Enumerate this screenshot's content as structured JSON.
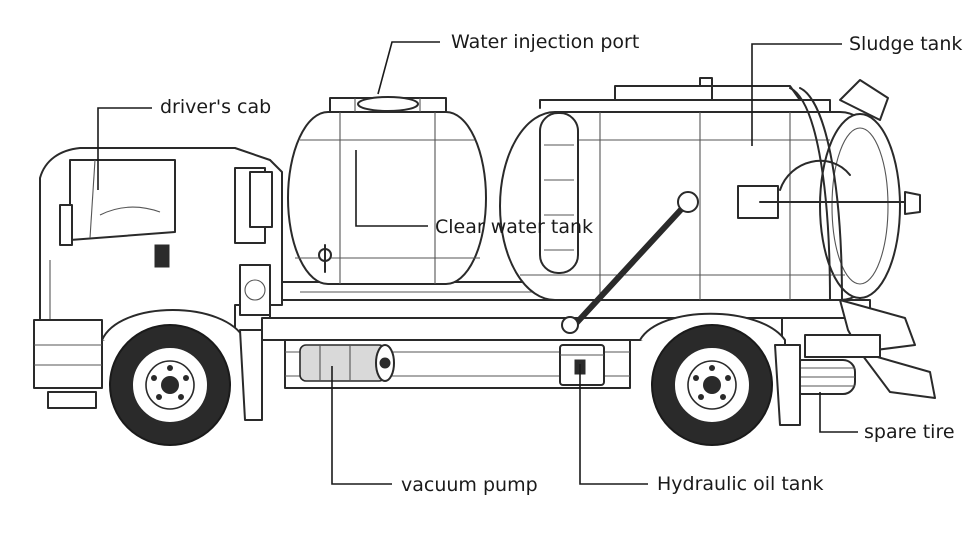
{
  "labels": {
    "water_injection_port": "Water injection port",
    "sludge_tank": "Sludge tank",
    "drivers_cab": "driver's cab",
    "clear_water_tank": "Clear water tank",
    "spare_tire": "spare tire",
    "vacuum_pump": "vacuum pump",
    "hydraulic_oil_tank": "Hydraulic oil tank"
  }
}
